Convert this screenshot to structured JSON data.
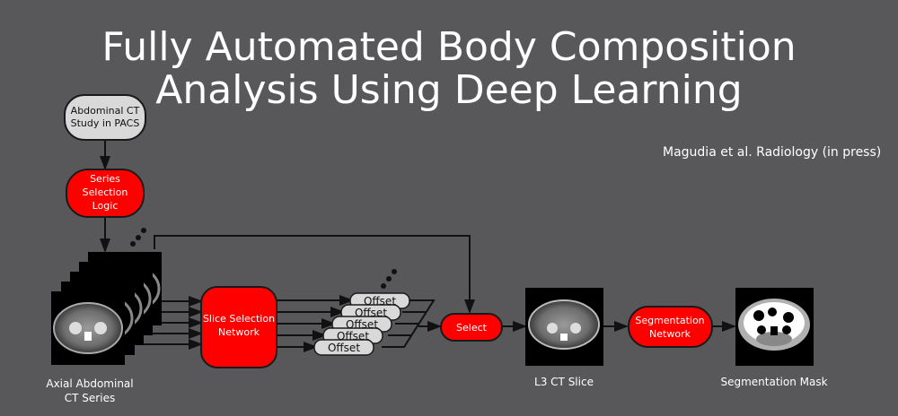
{
  "title": {
    "line1": "Fully Automated Body Composition",
    "line2": "Analysis Using Deep Learning"
  },
  "citation": "Magudia et al. Radiology (in press)",
  "nodes": {
    "pacs": {
      "line1": "Abdominal CT",
      "line2": "Study in PACS"
    },
    "series_selection": {
      "line1": "Series",
      "line2": "Selection",
      "line3": "Logic"
    },
    "slice_network": {
      "line1": "Slice Selection",
      "line2": "Network"
    },
    "offsets": [
      "Offset",
      "Offset",
      "Offset",
      "Offset",
      "Offset"
    ],
    "select": "Select",
    "segmentation_network": {
      "line1": "Segmentation",
      "line2": "Network"
    }
  },
  "images": {
    "ct_series": {
      "line1": "Axial Abdominal",
      "line2": "CT Series"
    },
    "l3_slice": "L3 CT Slice",
    "mask": "Segmentation Mask"
  },
  "colors": {
    "background": "#58585a",
    "red_node": "#ff0000",
    "gray_node": "#d9d9d9",
    "stroke": "#1a1a1a"
  }
}
